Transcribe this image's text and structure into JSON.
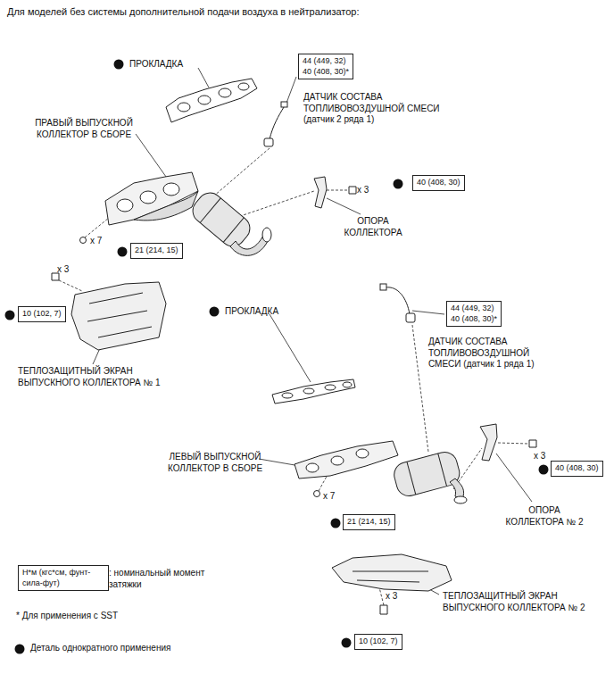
{
  "diagram": {
    "title": "Для моделей без системы дополнительной подачи воздуха в нейтрализатор:",
    "nodes": [
      {
        "text": [
          "44 (449, 32)",
          "40 (408, 30)*"
        ]
      },
      {
        "text": [
          "40 (408, 30)"
        ]
      },
      {
        "text": [
          "21 (214, 15)"
        ]
      },
      {
        "text": [
          "44 (449, 32)",
          "40 (408, 30)*"
        ]
      },
      {
        "text": [
          "10 (102, 7)"
        ]
      },
      {
        "text": [
          "40 (408, 30)"
        ]
      },
      {
        "text": [
          "21 (214, 15)"
        ]
      },
      {
        "text": [
          "Н*м (кгс*см, фунт-сила-фут)"
        ]
      },
      {
        "text": [
          "10 (102, 7)"
        ]
      }
    ],
    "labels": [
      "ПРОКЛАДКА",
      "ДАТЧИК СОСТАВА ТОПЛИВОВОЗДУШНОЙ СМЕСИ (датчик 2 ряда 1)",
      "ПРАВЫЙ ВЫПУСКНОЙ КОЛЛЕКТОР В СБОРЕ",
      "x 3",
      "ОПОРА КОЛЛЕКТОРА",
      "x 7",
      "x 3",
      "ТЕПЛОЗАЩИТНЫЙ ЭКРАН ВЫПУСКНОГО КОЛЛЕКТОРА № 1",
      "ПРОКЛАДКА",
      "ДАТЧИК СОСТАВА ТОПЛИВОВОЗДУШНОЙ СМЕСИ (датчик 1 ряда 1)",
      "ЛЕВЫЙ ВЫПУСКНОЙ КОЛЛЕКТОР В СБОРЕ",
      "x 3",
      "x 7",
      "ОПОРА КОЛЛЕКТОРА № 2",
      "x 3",
      "ТЕПЛОЗАЩИТНЫЙ ЭКРАН ВЫПУСКНОГО КОЛЛЕКТОРА № 2",
      ": номинальный момент затяжки",
      "* Для применения с SST"
    ],
    "legend": [
      {
        "text": "Деталь однократного применения"
      }
    ]
  }
}
